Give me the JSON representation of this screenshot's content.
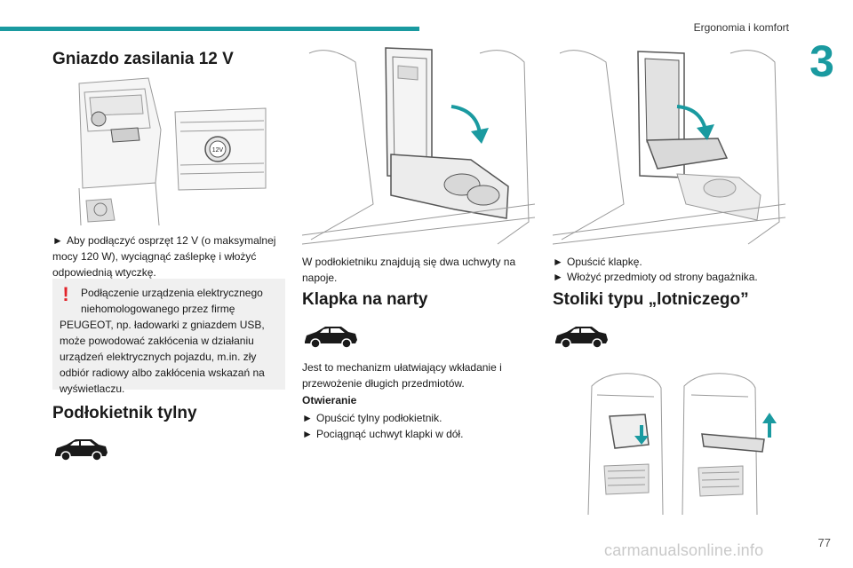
{
  "header": {
    "section_title": "Ergonomia i komfort",
    "chapter_number": "3"
  },
  "col1": {
    "heading": "Gniazdo zasilania 12 V",
    "socket_label": "12V",
    "bullet_text": "Aby podłączyć osprzęt 12 V (o maksymalnej mocy 120 W), wyciągnąć zaślepkę i włożyć odpowiednią wtyczkę.",
    "warning": {
      "icon": "exclamation",
      "line1": "Podłączenie urządzenia elektrycznego",
      "line2": "niehomologowanego przez firmę",
      "rest": "PEUGEOT, np. ładowarki z gniazdem USB, może powodować zakłócenia w działaniu urządzeń elektrycznych pojazdu, m.in. zły odbiór radiowy albo zakłócenia wskazań na wyświetlaczu."
    },
    "heading2": "Podłokietnik tylny"
  },
  "col2": {
    "caption": "W podłokietniku znajdują się dwa uchwyty na napoje.",
    "heading": "Klapka na narty",
    "body": "Jest to mechanizm ułatwiający wkładanie i przewożenie długich przedmiotów.",
    "subheading": "Otwieranie",
    "steps": [
      "Opuścić tylny podłokietnik.",
      "Pociągnąć uchwyt klapki w dół."
    ]
  },
  "col3": {
    "steps": [
      "Opuścić klapkę.",
      "Włożyć przedmioty od strony bagażnika."
    ],
    "heading": "Stoliki typu „lotniczego”"
  },
  "bullet_glyph": "►",
  "accent_color": "#1a9aa0",
  "warning_color": "#e2232a",
  "footer": {
    "watermark": "carmanualsonline.info",
    "page_number": "77"
  }
}
